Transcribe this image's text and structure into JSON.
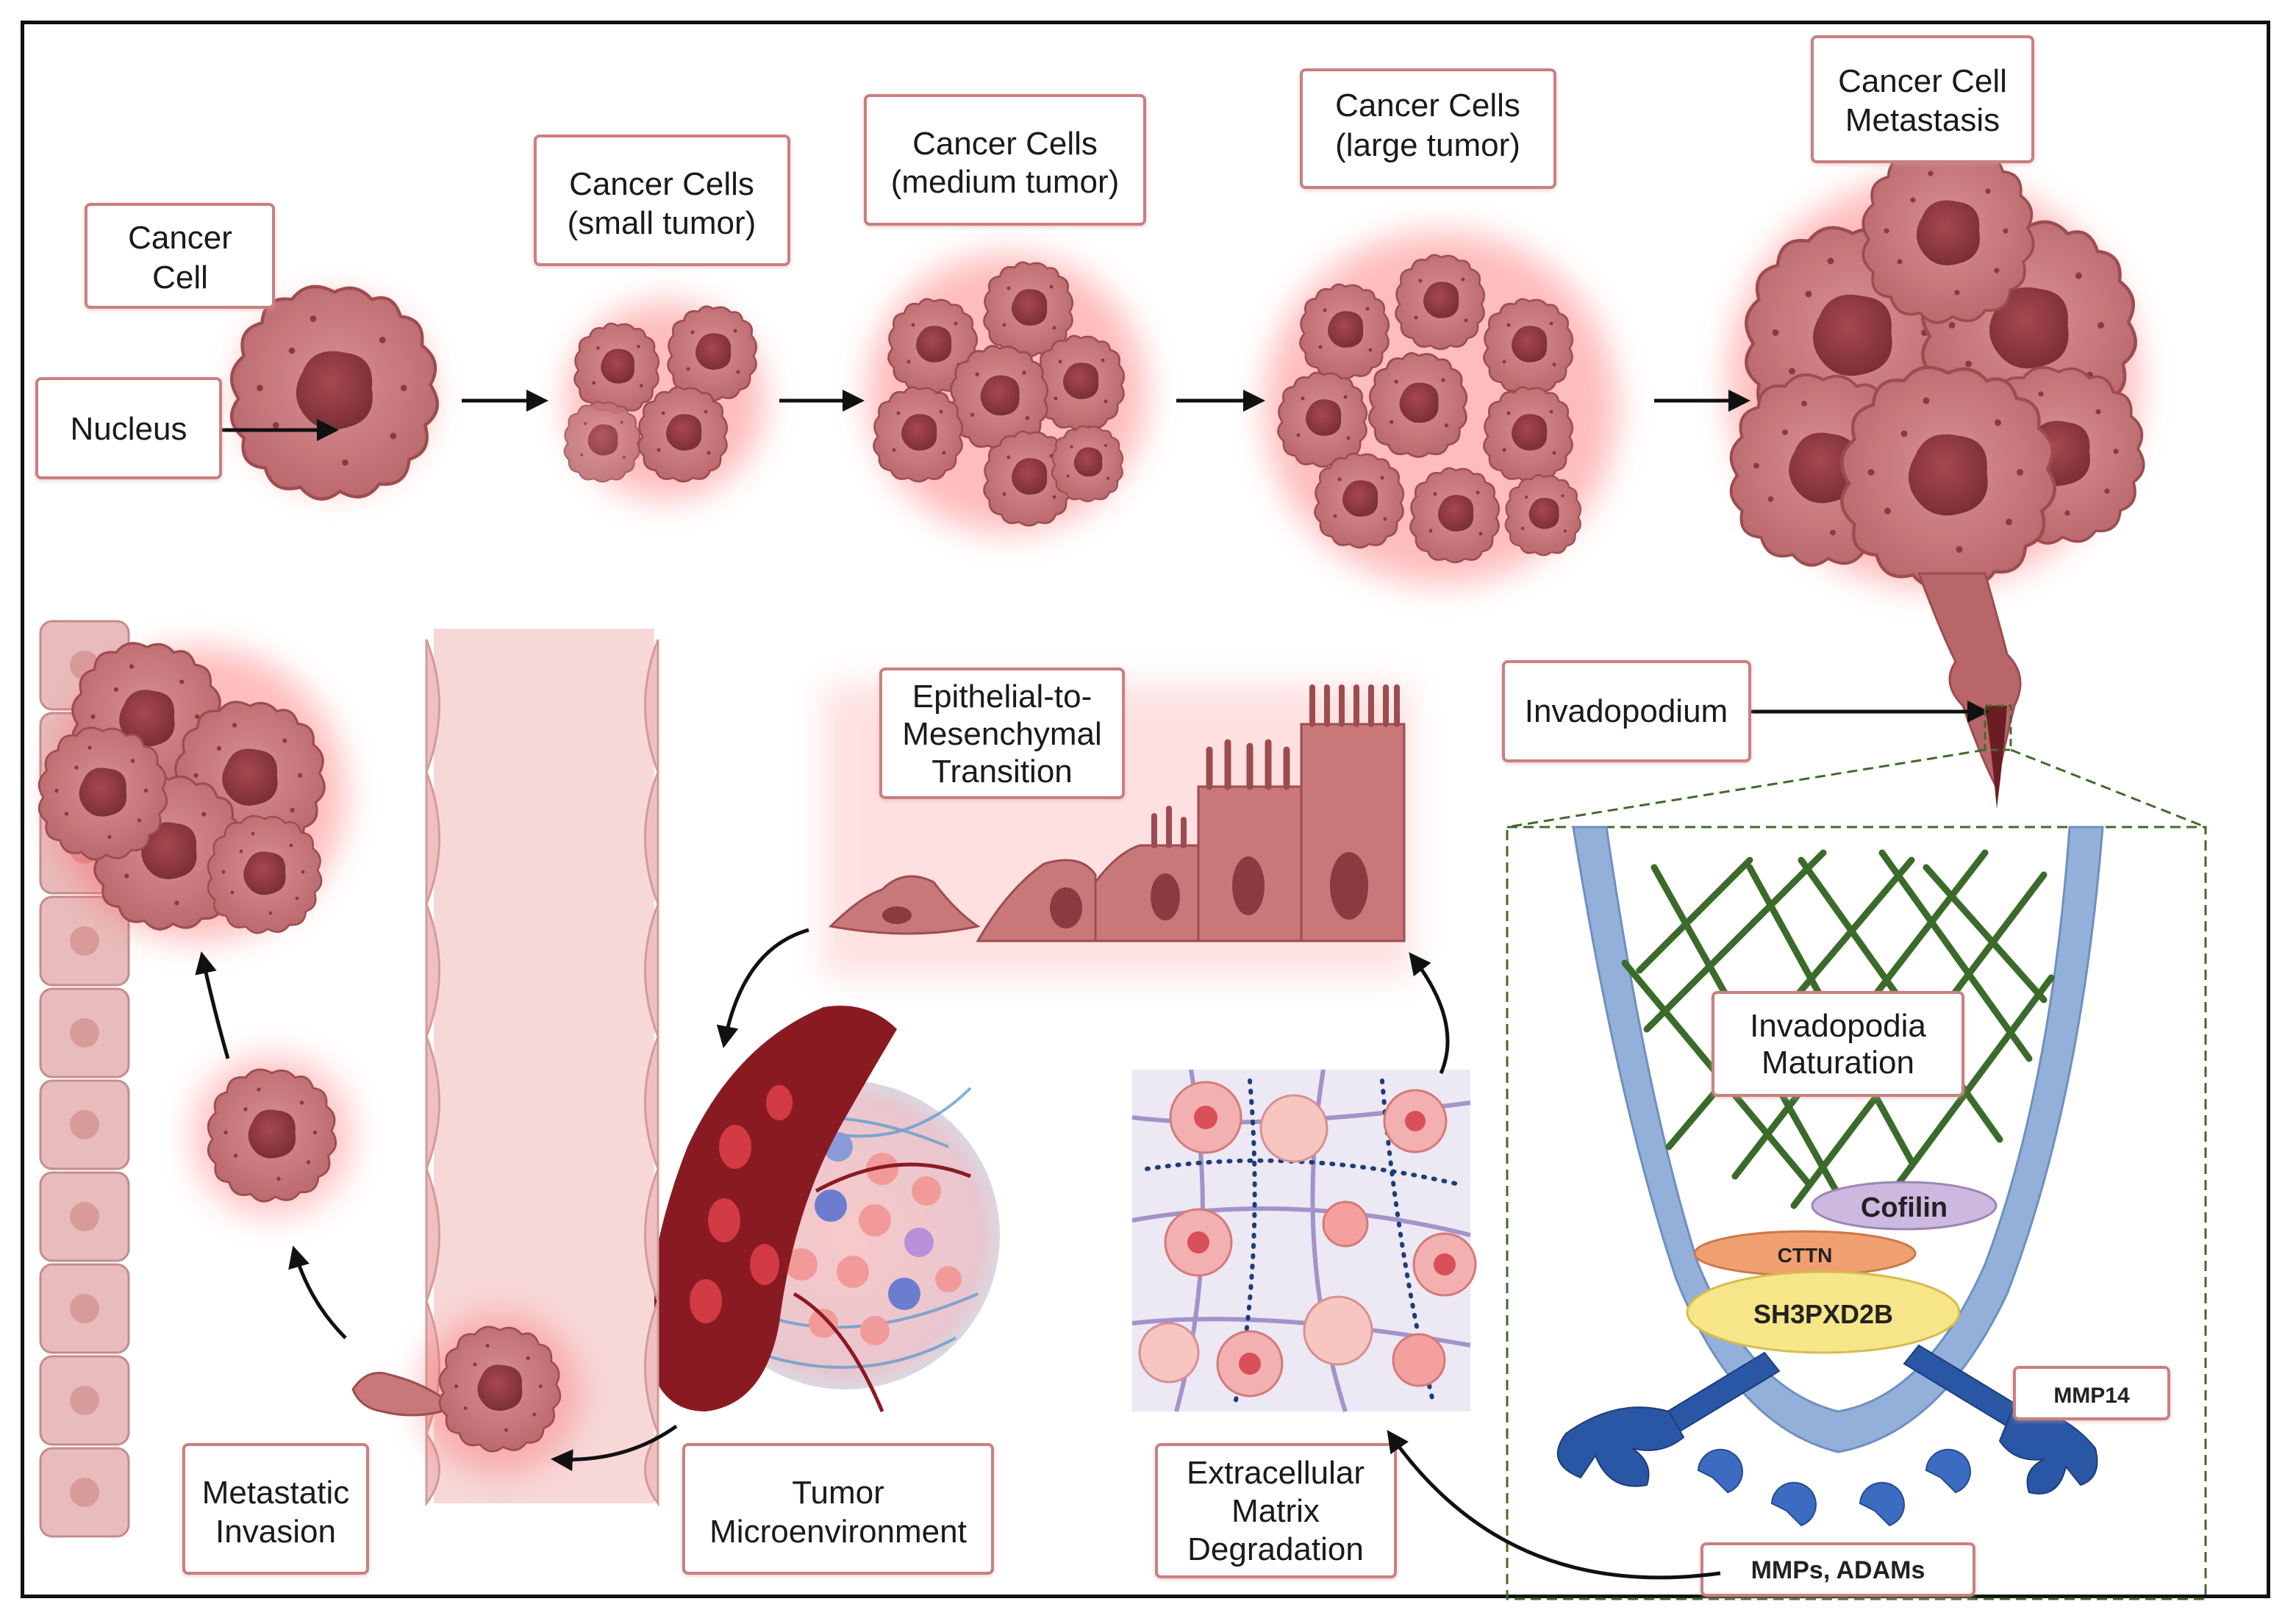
{
  "labels": {
    "cancer_cell": [
      "Cancer",
      "Cell"
    ],
    "nucleus": "Nucleus",
    "small_tumor": [
      "Cancer Cells",
      "(small tumor)"
    ],
    "medium_tumor": [
      "Cancer Cells",
      "(medium tumor)"
    ],
    "large_tumor": [
      "Cancer Cells",
      "(large tumor)"
    ],
    "metastasis": [
      "Cancer Cell",
      "Metastasis"
    ],
    "invadopodium": "Invadopodium",
    "emt": [
      "Epithelial-to-",
      "Mesenchymal",
      "Transition"
    ],
    "invadopodia_maturation": [
      "Invadopodia",
      "Maturation"
    ],
    "cofilin": "Cofilin",
    "cttn": "CTTN",
    "sh3pxd2b": "SH3PXD2B",
    "mmp14": "MMP14",
    "mmps_adams": "MMPs, ADAMs",
    "ecm_degradation": [
      "Extracellular",
      "Matrix",
      "Degradation"
    ],
    "tumor_microenvironment": [
      "Tumor",
      "Microenvironment"
    ],
    "metastatic_invasion": [
      "Metastatic",
      "Invasion"
    ]
  },
  "colors": {
    "cell_fill": "#c9787a",
    "cell_dark": "#9d4c50",
    "nucleus_fill": "#8a3a40",
    "glow": "#ff5a5a",
    "box_stroke": "#c98080",
    "invadopodia_blue": "#93b0da",
    "actin_green": "#3b6b2a",
    "cofilin_purple": "#cdb8e0",
    "cttn_orange": "#f0a070",
    "sh3_yellow": "#f7e58a",
    "mmp_blue": "#2a56a6",
    "vessel_red": "#8a1a22",
    "dashed_box": "#3f6b2f"
  }
}
